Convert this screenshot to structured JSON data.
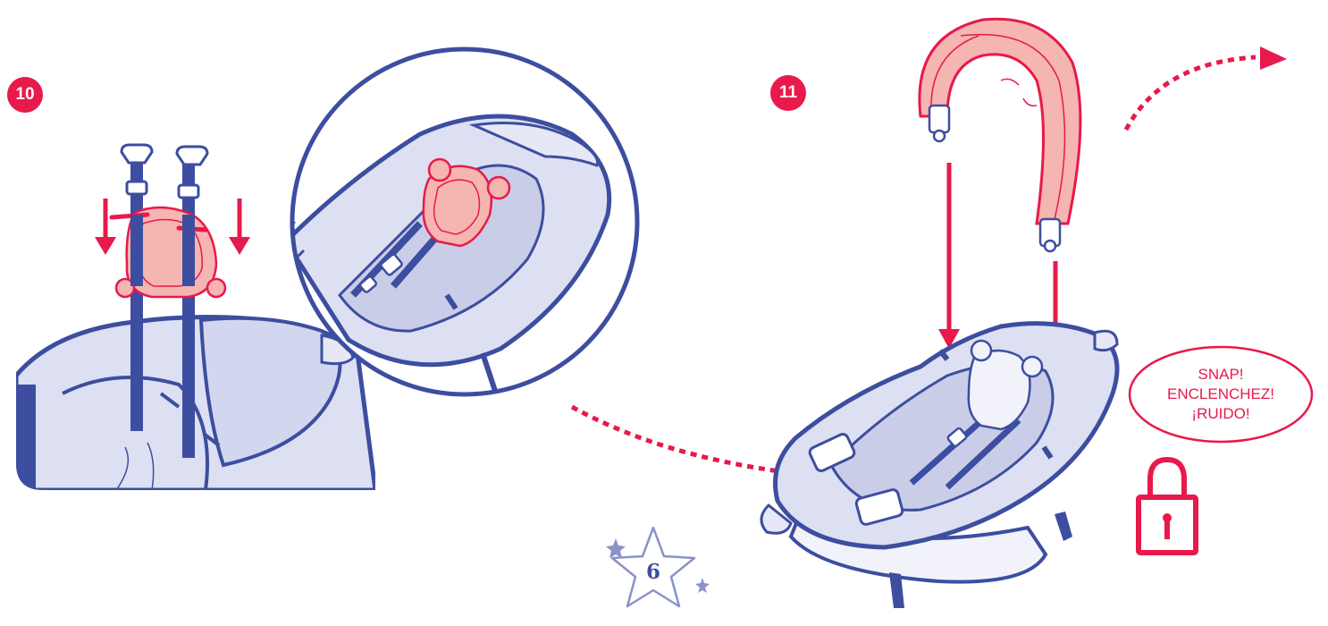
{
  "steps": {
    "step10": "10",
    "step11": "11"
  },
  "bubble": {
    "line1": "SNAP!",
    "line2": "ENCLENCHEZ!",
    "line3": "¡RUIDO!"
  },
  "page": {
    "number": "6"
  },
  "colors": {
    "accent": "#e8194b",
    "outline": "#3d4ea0",
    "fabric": "#dde0f2",
    "pad": "#f5b5b0"
  },
  "icons": [
    "down-arrow-icon",
    "lock-icon",
    "star-icon",
    "dotted-arrow-icon"
  ]
}
